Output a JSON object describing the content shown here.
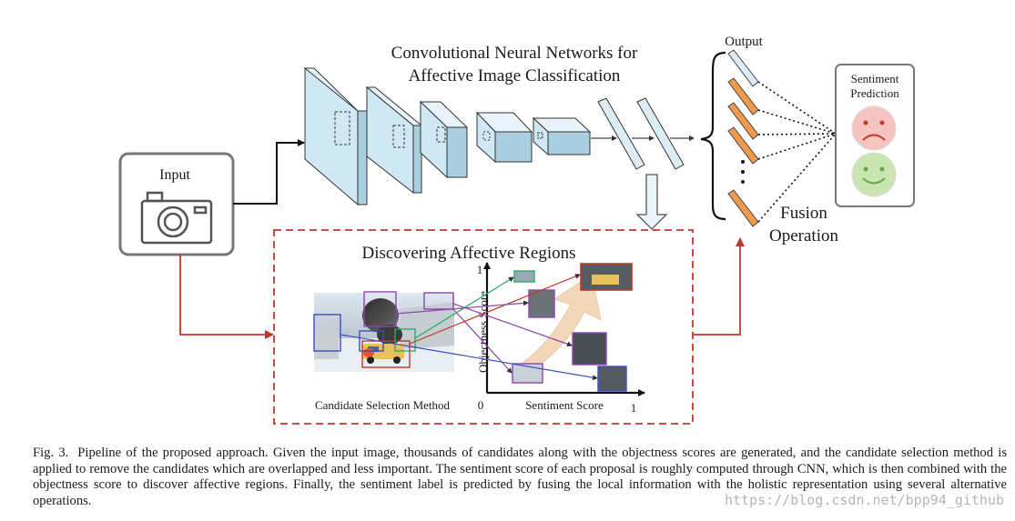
{
  "figure": {
    "cnn_title_line1": "Convolutional Neural Networks for",
    "cnn_title_line2": "Affective Image Classification",
    "output_label": "Output",
    "input_label": "Input",
    "sentiment_label_line1": "Sentiment",
    "sentiment_label_line2": "Prediction",
    "fusion_label_line1": "Fusion",
    "fusion_label_line2": "Operation",
    "regions_title": "Discovering Affective Regions",
    "candidate_label": "Candidate Selection Method",
    "y_axis_label": "Objectness Score",
    "x_axis_label": "Sentiment Score",
    "axis_origin": "0",
    "axis_y_max": "1",
    "axis_x_max": "1",
    "colors": {
      "cnn_block": "#cfe8f3",
      "output_bar": "#f29a4c",
      "sad_face": "#f6c3c0",
      "happy_face": "#c9e6b2",
      "dashed_box": "#c0392b",
      "input_arrow": "#c0392b"
    }
  },
  "caption": {
    "label": "Fig. 3.",
    "text": "Pipeline of the proposed approach. Given the input image, thousands of candidates along with the objectness scores are generated, and the candidate selection method is applied to remove the candidates which are overlapped and less important. The sentiment score of each proposal is roughly computed through CNN, which is then combined with the objectness score to discover affective regions. Finally, the sentiment label is predicted by fusing the local information with the holistic representation using several alternative operations."
  },
  "watermark": "https://blog.csdn.net/bpp94_github"
}
